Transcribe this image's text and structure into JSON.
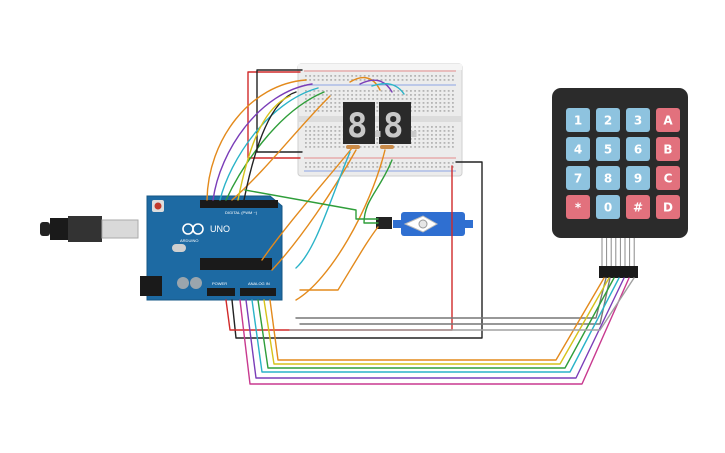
{
  "keypad": {
    "keys": [
      {
        "label": "1",
        "kind": "num"
      },
      {
        "label": "2",
        "kind": "num"
      },
      {
        "label": "3",
        "kind": "num"
      },
      {
        "label": "A",
        "kind": "letter"
      },
      {
        "label": "4",
        "kind": "num"
      },
      {
        "label": "5",
        "kind": "num"
      },
      {
        "label": "6",
        "kind": "num"
      },
      {
        "label": "B",
        "kind": "letter"
      },
      {
        "label": "7",
        "kind": "num"
      },
      {
        "label": "8",
        "kind": "num"
      },
      {
        "label": "9",
        "kind": "num"
      },
      {
        "label": "C",
        "kind": "letter"
      },
      {
        "label": "*",
        "kind": "letter"
      },
      {
        "label": "0",
        "kind": "num"
      },
      {
        "label": "#",
        "kind": "letter"
      },
      {
        "label": "D",
        "kind": "letter"
      }
    ]
  },
  "arduino": {
    "brand": "ARDUINO",
    "model": "UNO",
    "digital_label": "DIGITAL (PWM ~)",
    "power_label": "POWER",
    "analog_label": "ANALOG IN"
  },
  "seven_segment": {
    "digits": [
      "8.",
      "8."
    ]
  },
  "colors": {
    "key_num": "#8ec3df",
    "key_letter": "#e2717d",
    "keypad_body": "#2b2b2b",
    "board": "#1d6aa3",
    "breadboard": "#ececec",
    "servo": "#2f6fd1"
  }
}
